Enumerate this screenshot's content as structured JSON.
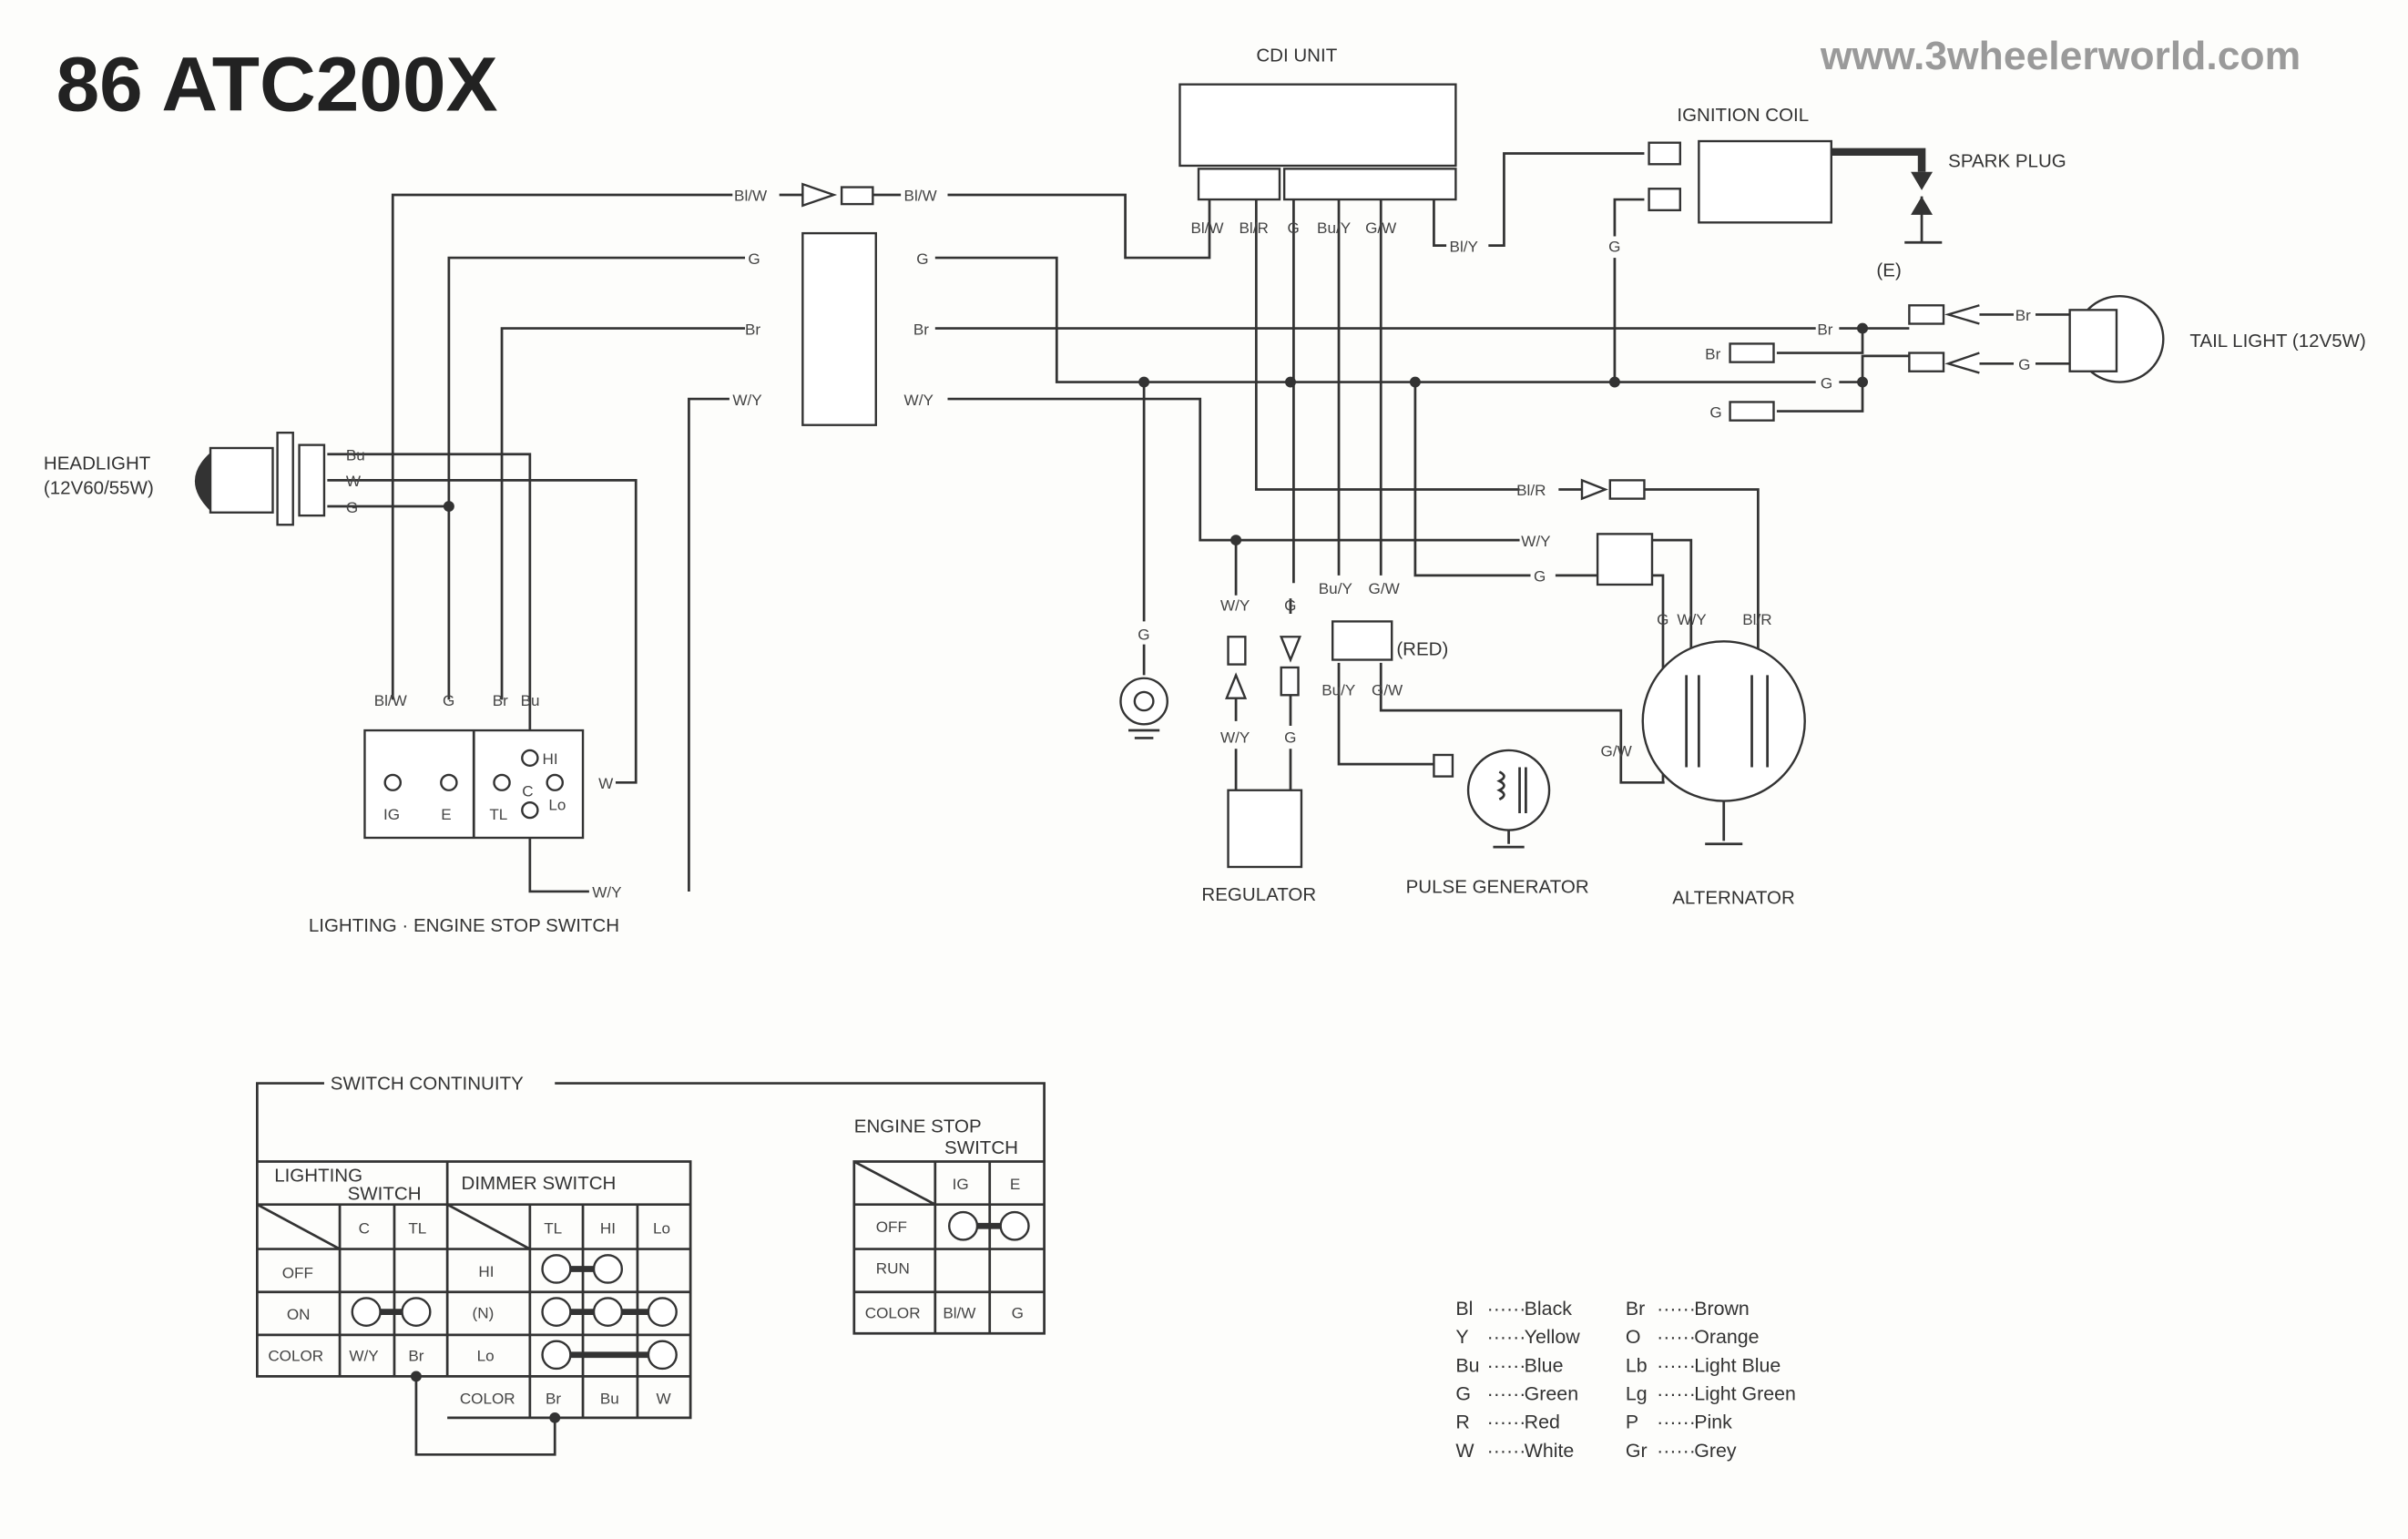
{
  "title": "86 ATC200X",
  "website": "www.3wheelerworld.com",
  "components": {
    "cdi_unit": "CDI UNIT",
    "ignition_coil": "IGNITION COIL",
    "spark_plug": "SPARK PLUG",
    "ground_e": "(E)",
    "tail_light": "TAIL LIGHT (12V5W)",
    "headlight": "HEADLIGHT",
    "headlight_spec": "(12V60/55W)",
    "regulator": "REGULATOR",
    "pulse_generator": "PULSE GENERATOR",
    "alternator": "ALTERNATOR",
    "red_connector": "(RED)",
    "switch": "LIGHTING · ENGINE STOP SWITCH",
    "switch_terminals": [
      "IG",
      "E",
      "TL",
      "C",
      "HI",
      "Lo"
    ]
  },
  "wires": [
    "Bl/W",
    "Bl/W",
    "G",
    "G",
    "Br",
    "Br",
    "W/Y",
    "W/Y",
    "Bu",
    "W",
    "G",
    "Bl/W",
    "G",
    "Br",
    "Bu",
    "W",
    "W/Y",
    "Bl/W",
    "Bl/R",
    "G",
    "Bu/Y",
    "G/W",
    "Bl/Y",
    "G",
    "Br",
    "Br",
    "G",
    "G",
    "Br",
    "G",
    "Bl/R",
    "W/Y",
    "G",
    "Bu/Y",
    "G/W",
    "W/Y",
    "G",
    "G",
    "Bu/Y",
    "G/W",
    "W/Y",
    "G",
    "W/Y",
    "G",
    "Bl/R",
    "G/W"
  ],
  "continuity": {
    "title": "SWITCH CONTINUITY",
    "lighting": {
      "title_1": "LIGHTING",
      "title_2": "SWITCH",
      "cols": [
        "C",
        "TL"
      ],
      "rows": [
        "OFF",
        "ON",
        "COLOR"
      ],
      "colors": [
        "W/Y",
        "Br"
      ]
    },
    "dimmer": {
      "title": "DIMMER SWITCH",
      "cols": [
        "TL",
        "HI",
        "Lo"
      ],
      "rows": [
        "HI",
        "(N)",
        "Lo",
        "COLOR"
      ],
      "colors": [
        "Br",
        "Bu",
        "W"
      ]
    },
    "engine_stop": {
      "title_1": "ENGINE STOP",
      "title_2": "SWITCH",
      "cols": [
        "IG",
        "E"
      ],
      "rows": [
        "OFF",
        "RUN",
        "COLOR"
      ],
      "colors": [
        "Bl/W",
        "G"
      ]
    }
  },
  "legend": [
    {
      "code": "Bl",
      "name": "Black"
    },
    {
      "code": "Y",
      "name": "Yellow"
    },
    {
      "code": "Bu",
      "name": "Blue"
    },
    {
      "code": "G",
      "name": "Green"
    },
    {
      "code": "R",
      "name": "Red"
    },
    {
      "code": "W",
      "name": "White"
    },
    {
      "code": "Br",
      "name": "Brown"
    },
    {
      "code": "O",
      "name": "Orange"
    },
    {
      "code": "Lb",
      "name": "Light Blue"
    },
    {
      "code": "Lg",
      "name": "Light Green"
    },
    {
      "code": "P",
      "name": "Pink"
    },
    {
      "code": "Gr",
      "name": "Grey"
    }
  ]
}
